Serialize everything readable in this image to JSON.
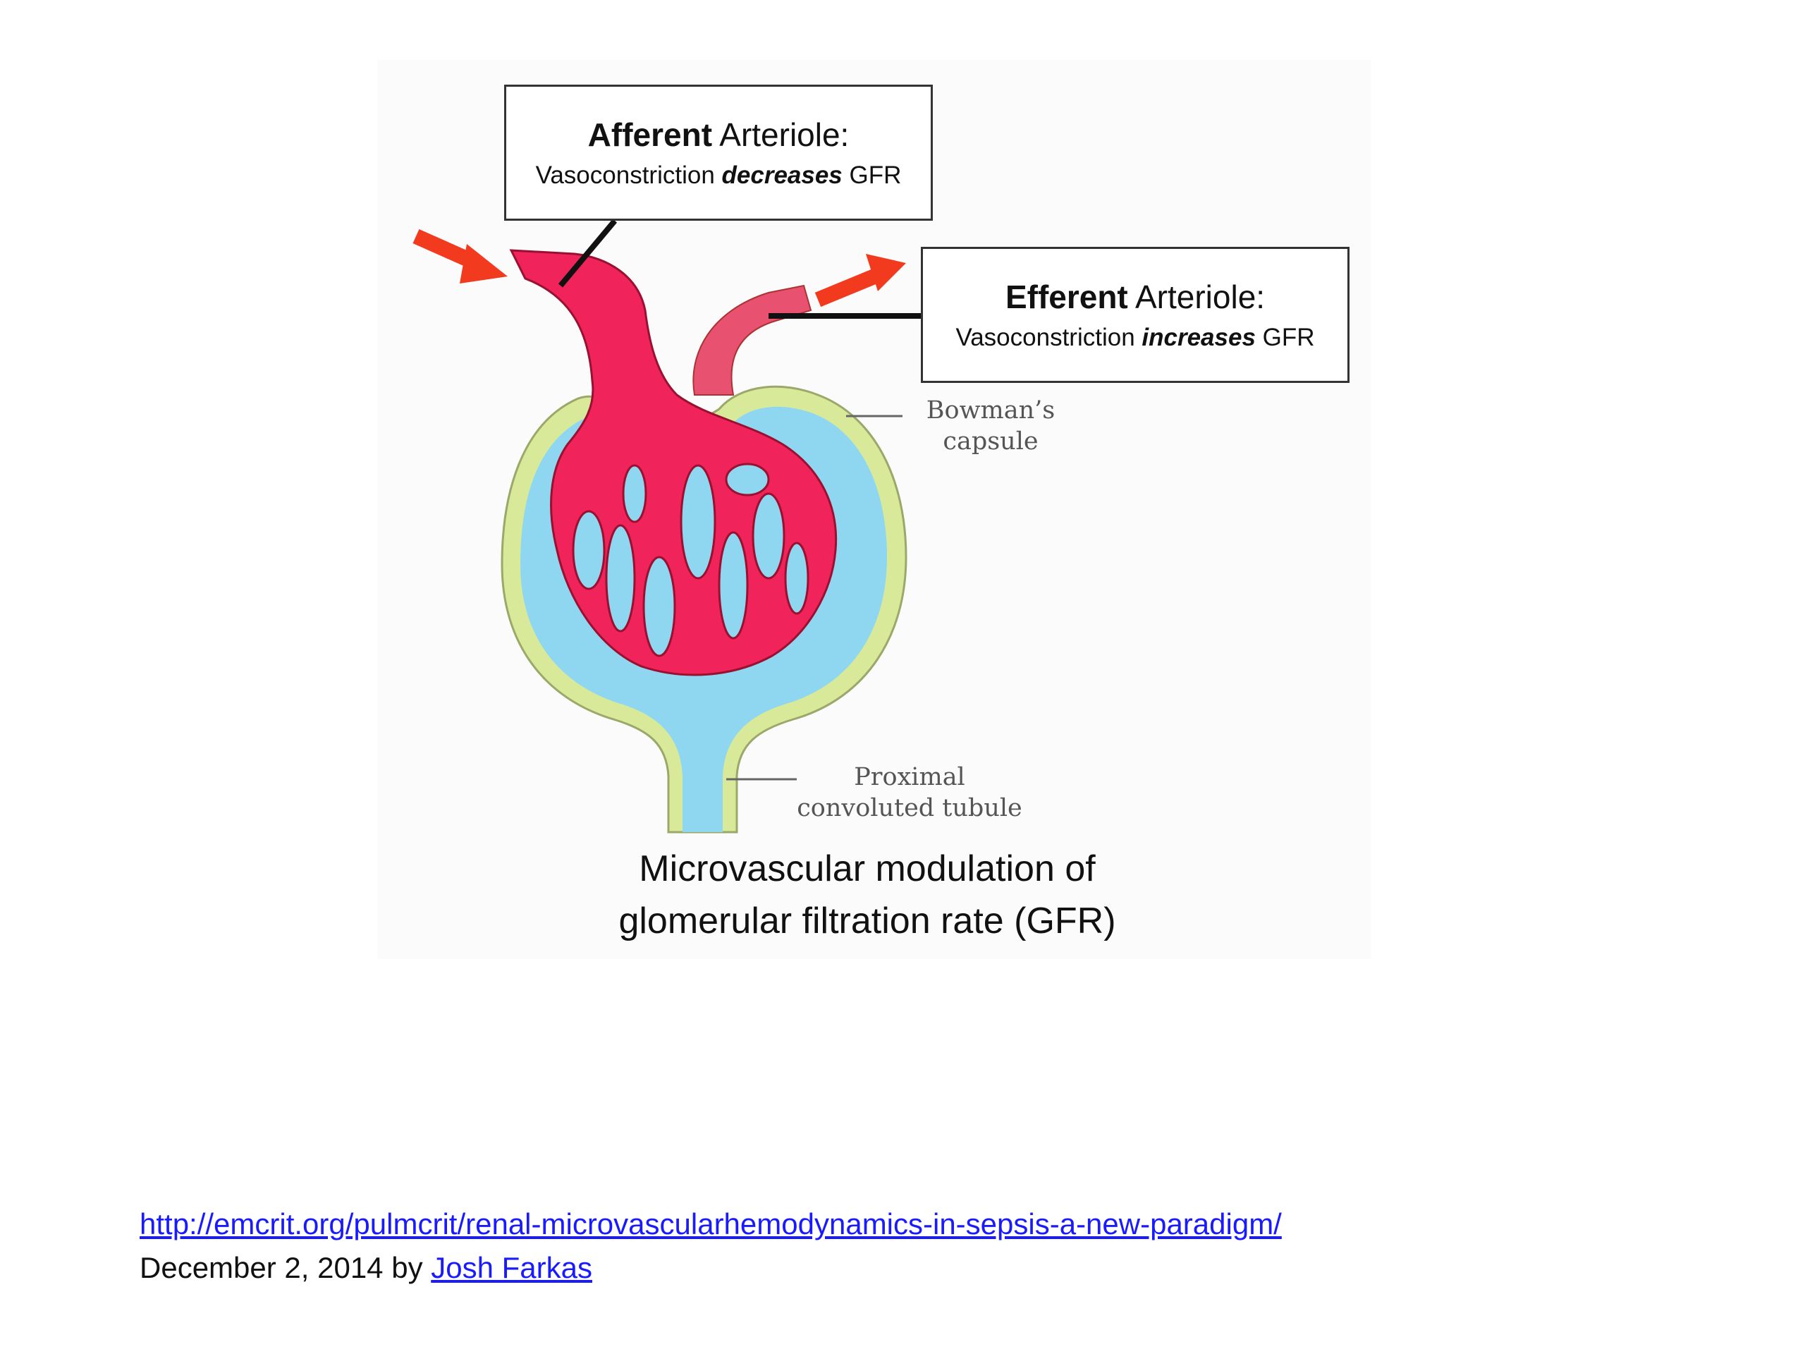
{
  "diagram": {
    "afferent": {
      "bold": "Afferent",
      "rest": " Arteriole:",
      "sub_pre": "Vasoconstriction ",
      "sub_em": "decreases",
      "sub_post": " GFR"
    },
    "efferent": {
      "bold": "Efferent",
      "rest": " Arteriole:",
      "sub_pre": "Vasoconstriction ",
      "sub_em": "increases",
      "sub_post": " GFR"
    },
    "labels": {
      "bowman_line1": "Bowman’s",
      "bowman_line2": "capsule",
      "pct_line1": "Proximal",
      "pct_line2": "convoluted tubule"
    },
    "caption": {
      "line1": "Microvascular modulation of",
      "line2": "glomerular filtration rate (GFR)"
    },
    "colors": {
      "arteriole": "#f0245a",
      "efferent": "#e8516f",
      "capsule_space": "#8fd7f0",
      "capsule_wall": "#d8ea9a",
      "arrow": "#f23a1f"
    }
  },
  "citation": {
    "url": "http://emcrit.org/pulmcrit/renal-microvascularhemodynamics-in-sepsis-a-new-paradigm/",
    "date_prefix": "December 2, 2014 by ",
    "author": "Josh Farkas"
  }
}
